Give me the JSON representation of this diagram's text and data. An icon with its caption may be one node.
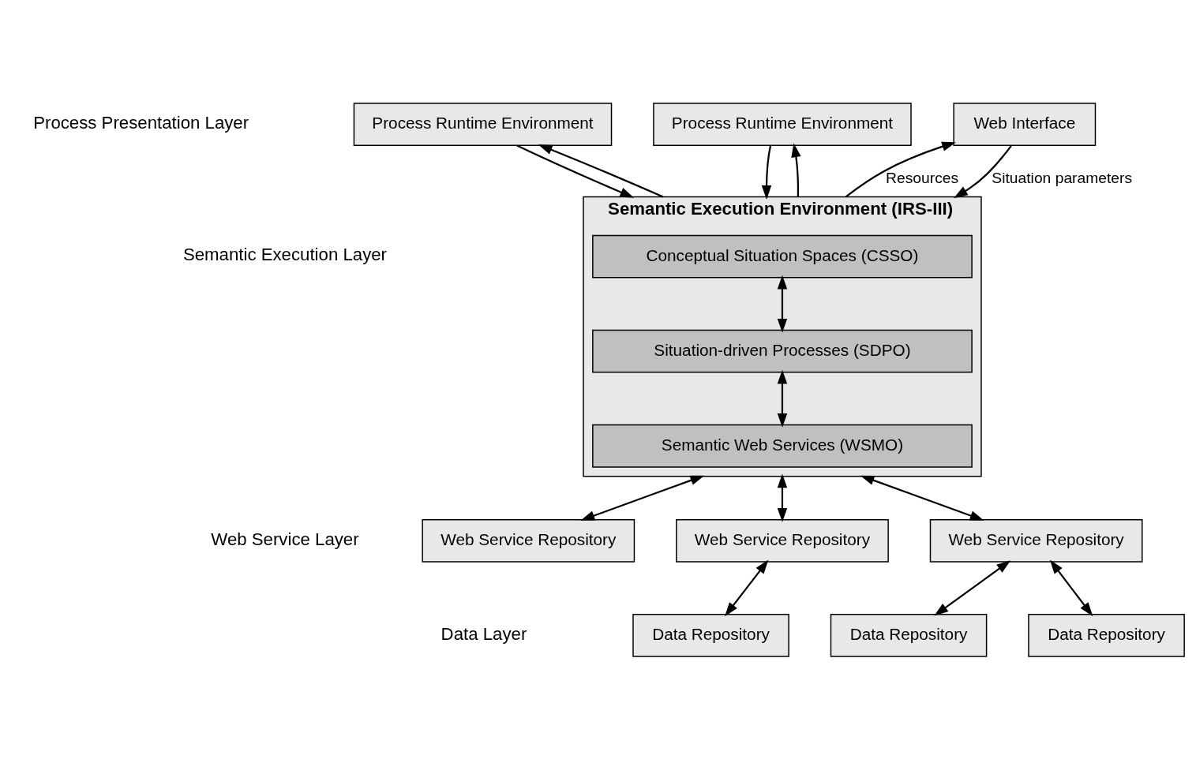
{
  "diagram": {
    "nodes": [
      {
        "text": [
          "Process Runtime Environment"
        ]
      },
      {
        "text": [
          "Process Runtime Environment"
        ]
      },
      {
        "text": [
          "Web Interface"
        ]
      },
      {
        "text": [
          "Semantic Execution Environment (IRS-III)"
        ]
      },
      {
        "text": [
          "Conceptual Situation Spaces (CSSO)"
        ],
        "in": 3
      },
      {
        "text": [
          "Situation-driven Processes (SDPO)"
        ],
        "in": 3
      },
      {
        "text": [
          "Semantic Web Services (WSMO)"
        ],
        "in": 3
      },
      {
        "text": [
          "Web Service Repository"
        ]
      },
      {
        "text": [
          "Web Service Repository"
        ]
      },
      {
        "text": [
          "Web Service Repository"
        ]
      },
      {
        "text": [
          "Data Repository"
        ]
      },
      {
        "text": [
          "Data Repository"
        ]
      },
      {
        "text": [
          "Data Repository"
        ]
      }
    ],
    "edges": [
      {
        "from": 0,
        "to": 3,
        "arrow": "to"
      },
      {
        "from": 3,
        "to": 0,
        "arrow": "to"
      },
      {
        "from": 1,
        "to": 3,
        "arrow": "to"
      },
      {
        "from": 3,
        "to": 1,
        "arrow": "to"
      },
      {
        "from": 2,
        "to": 3,
        "arrow": "to",
        "label": "Situation parameters"
      },
      {
        "from": 3,
        "to": 2,
        "arrow": "to",
        "label": "Resources"
      },
      {
        "from": 4,
        "to": 5,
        "arrow": "both"
      },
      {
        "from": 5,
        "to": 6,
        "arrow": "both"
      },
      {
        "from": 3,
        "to": 7,
        "arrow": "both"
      },
      {
        "from": 3,
        "to": 8,
        "arrow": "both"
      },
      {
        "from": 3,
        "to": 9,
        "arrow": "both"
      },
      {
        "from": 7,
        "to": 10,
        "arrow": "both"
      },
      {
        "from": 7,
        "to": 11,
        "arrow": "both"
      },
      {
        "from": 9,
        "to": 12,
        "arrow": "both"
      }
    ],
    "labels": [
      "Process Presentation Layer",
      "Semantic Execution Layer",
      "Web Service Layer",
      "Data Layer"
    ]
  }
}
